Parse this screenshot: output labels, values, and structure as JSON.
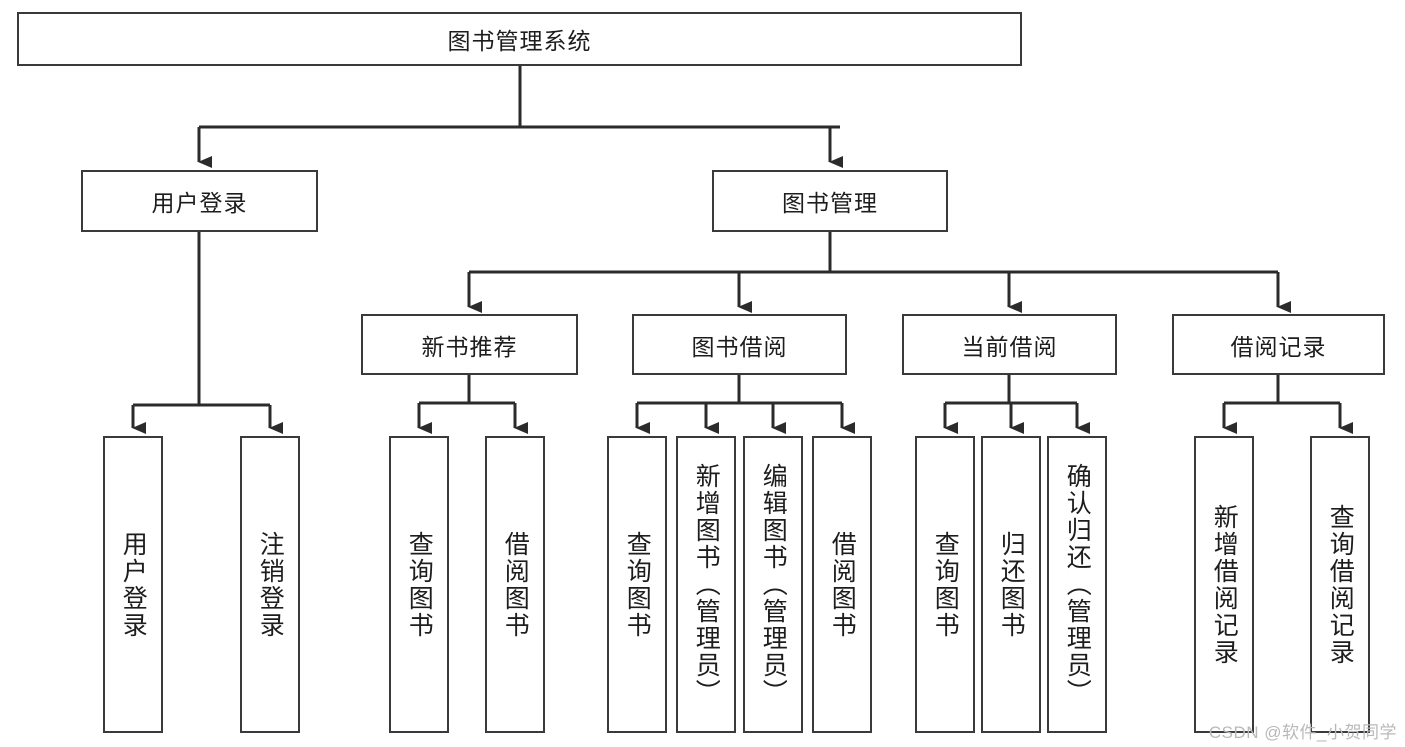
{
  "diagram": {
    "title": "图书管理系统",
    "type": "tree",
    "watermark": "CSDN @软件_小贺同学",
    "colors": {
      "box_border": "#3a3a3a",
      "box_fill": "#ffffff",
      "connector": "#2b2b2b",
      "text": "#1d1d1d",
      "watermark": "#b9b9b9"
    },
    "nodes": {
      "root": {
        "label": "图书管理系统"
      },
      "level2": [
        {
          "id": "user-login",
          "label": "用户登录"
        },
        {
          "id": "book-manage",
          "label": "图书管理"
        }
      ],
      "level3": [
        {
          "id": "new-book-recommend",
          "label": "新书推荐"
        },
        {
          "id": "book-borrow",
          "label": "图书借阅"
        },
        {
          "id": "current-borrow",
          "label": "当前借阅"
        },
        {
          "id": "borrow-record",
          "label": "借阅记录"
        }
      ],
      "leaves": {
        "user-login": [
          {
            "id": "leaf-user-login",
            "label": "用户登录"
          },
          {
            "id": "leaf-logout",
            "label": "注销登录"
          }
        ],
        "new-book-recommend": [
          {
            "id": "leaf-query-book-1",
            "label": "查询图书"
          },
          {
            "id": "leaf-borrow-book-1",
            "label": "借阅图书"
          }
        ],
        "book-borrow": [
          {
            "id": "leaf-query-book-2",
            "label": "查询图书"
          },
          {
            "id": "leaf-add-book",
            "label": "新增图书（管理员）"
          },
          {
            "id": "leaf-edit-book",
            "label": "编辑图书（管理员）"
          },
          {
            "id": "leaf-borrow-book-2",
            "label": "借阅图书"
          }
        ],
        "current-borrow": [
          {
            "id": "leaf-query-book-3",
            "label": "查询图书"
          },
          {
            "id": "leaf-return-book",
            "label": "归还图书"
          },
          {
            "id": "leaf-confirm-return",
            "label": "确认归还（管理员）"
          }
        ],
        "borrow-record": [
          {
            "id": "leaf-add-record",
            "label": "新增借阅记录"
          },
          {
            "id": "leaf-query-record",
            "label": "查询借阅记录"
          }
        ]
      }
    }
  }
}
